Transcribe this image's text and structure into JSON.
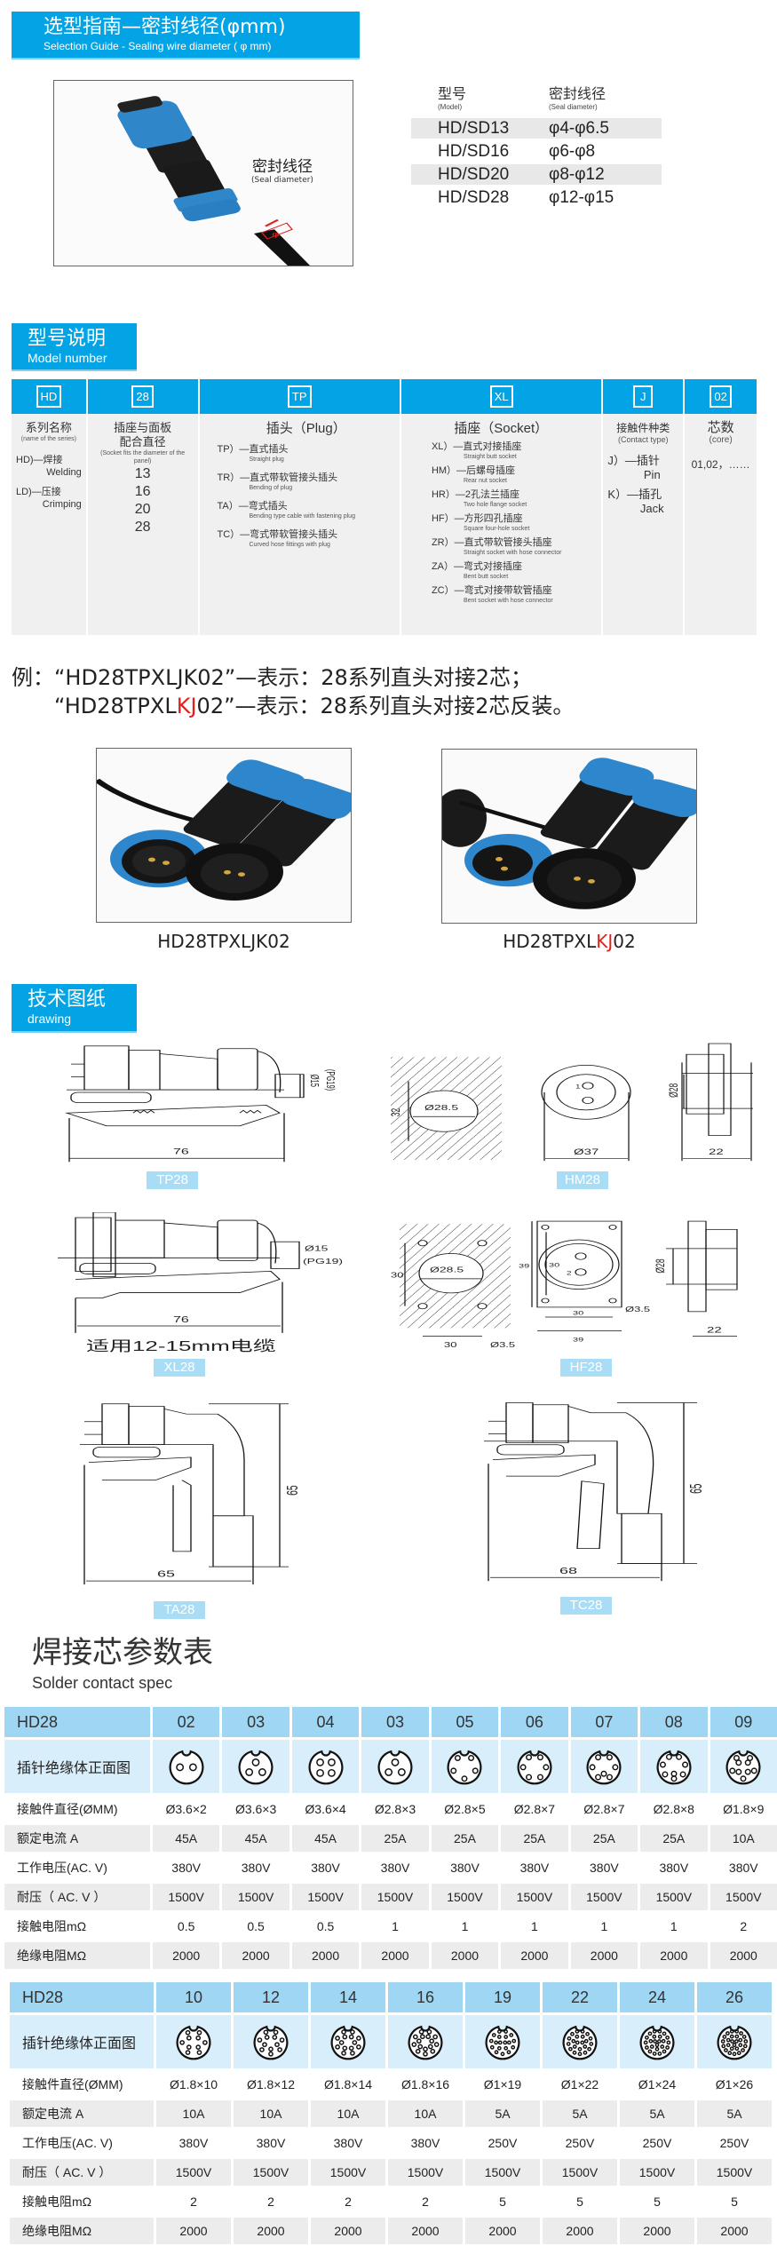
{
  "selection": {
    "title_cn": "选型指南—密封线径(φmm)",
    "title_en": "Selection Guide - Sealing wire diameter ( φ mm)",
    "photo_label_cn": "密封线径",
    "photo_label_en": "(Seal diameter)",
    "photo_phi": "φ",
    "col_model_cn": "型号",
    "col_model_en": "(Model)",
    "col_diam_cn": "密封线径",
    "col_diam_en": "(Seal diameter)",
    "rows": [
      {
        "model": "HD/SD13",
        "diameter": "φ4-φ6.5"
      },
      {
        "model": "HD/SD16",
        "diameter": "φ6-φ8"
      },
      {
        "model": "HD/SD20",
        "diameter": "φ8-φ12"
      },
      {
        "model": "HD/SD28",
        "diameter": "φ12-φ15"
      }
    ]
  },
  "model_number": {
    "title_cn": "型号说明",
    "title_en": "Model number",
    "columns": [
      {
        "code": "HD",
        "title": "系列名称",
        "sub": "(name of the series)",
        "items": [
          {
            "label": "HD)—焊接",
            "en": "Welding"
          },
          {
            "label": "LD)—压接",
            "en": "Crimping"
          }
        ]
      },
      {
        "code": "28",
        "title": "插座与面板配合直径",
        "sub": "(Socket fits the diameter of the panel)",
        "values": [
          "13",
          "16",
          "20",
          "28"
        ]
      },
      {
        "code": "TP",
        "title": "插头（Plug）",
        "items": [
          {
            "label": "TP）—直式插头",
            "en": "Straight plug"
          },
          {
            "label": "TR）—直式带软管接头插头",
            "en": "Bending of plug"
          },
          {
            "label": "TA）—弯式插头",
            "en": "Bending type cable with fastening plug"
          },
          {
            "label": "TC）—弯式带软管接头插头",
            "en": "Curved hose fittings with plug"
          }
        ]
      },
      {
        "code": "XL",
        "title": "插座（Socket）",
        "items": [
          {
            "label": "XL）—直式对接插座",
            "en": "Straight butt socket"
          },
          {
            "label": "HM）—后螺母插座",
            "en": "Rear nut socket"
          },
          {
            "label": "HR）—2孔法兰插座",
            "en": "Two hole flange socket"
          },
          {
            "label": "HF）—方形四孔插座",
            "en": "Square four-hole socket"
          },
          {
            "label": "ZR）—直式带软管接头插座",
            "en": "Straight socket with hose connector"
          },
          {
            "label": "ZA）—弯式对接插座",
            "en": "Bent butt socket"
          },
          {
            "label": "ZC）—弯式对接带软管插座",
            "en": "Bent socket with hose connector"
          }
        ]
      },
      {
        "code": "J",
        "title": "接触件种类",
        "sub": "(Contact type)",
        "items": [
          {
            "label": "J）—插针",
            "en": "Pin"
          },
          {
            "label": "K）—插孔",
            "en": "Jack"
          }
        ]
      },
      {
        "code": "02",
        "title": "芯数",
        "sub": "(core)",
        "values": [
          "01,02，……"
        ]
      }
    ]
  },
  "example": {
    "prefix": "例：",
    "line1_open": "“HD28TPXLJK02”",
    "line1_rest": "—表示：28系列直头对接2芯；",
    "line2_a": "“HD28TPXL",
    "line2_red": "KJ",
    "line2_b": "02”",
    "line2_rest": "—表示：28系列直头对接2芯反装。",
    "photo1_caption": "HD28TPXLJK02",
    "photo2_caption_a": "HD28TPXL",
    "photo2_caption_red": "KJ",
    "photo2_caption_b": "02"
  },
  "drawing": {
    "title_cn": "技术图纸",
    "title_en": "drawing",
    "labels": {
      "tp": "TP28",
      "hm": "HM28",
      "xl": "XL28",
      "hf": "HF28",
      "ta": "TA28",
      "tc": "TC28"
    },
    "dims": {
      "len76": "76",
      "d15": "Ø15",
      "pg19": "(PG19)",
      "d285": "Ø28.5",
      "d37": "Ø37",
      "d28": "Ø28",
      "w22": "22",
      "w30": "30",
      "w39": "39",
      "d35": "Ø3.5",
      "h65": "65",
      "w65": "65",
      "w68": "68",
      "side32": "32",
      "pin1": "1",
      "pin2": "2",
      "cable_note": "适用12-15mm电缆"
    }
  },
  "spec": {
    "title_cn": "焊接芯参数表",
    "title_en": "Solder contact spec",
    "row_labels": [
      "HD28",
      "插针绝缘体正面图",
      "接触件直径(ØMM)",
      "额定电流 A",
      "工作电压(AC. V)",
      "耐压（ AC. V ）",
      "接触电阻mΩ",
      "绝缘电阻MΩ"
    ],
    "table1": [
      {
        "code": "02",
        "pins": 2,
        "diameter": "Ø3.6×2",
        "current": "45A",
        "voltage": "380V",
        "withstand": "1500V",
        "contact": "0.5",
        "insulation": "2000"
      },
      {
        "code": "03",
        "pins": 3,
        "diameter": "Ø3.6×3",
        "current": "45A",
        "voltage": "380V",
        "withstand": "1500V",
        "contact": "0.5",
        "insulation": "2000"
      },
      {
        "code": "04",
        "pins": 4,
        "diameter": "Ø3.6×4",
        "current": "45A",
        "voltage": "380V",
        "withstand": "1500V",
        "contact": "0.5",
        "insulation": "2000"
      },
      {
        "code": "03",
        "pins": 3,
        "diameter": "Ø2.8×3",
        "current": "25A",
        "voltage": "380V",
        "withstand": "1500V",
        "contact": "1",
        "insulation": "2000"
      },
      {
        "code": "05",
        "pins": 5,
        "diameter": "Ø2.8×5",
        "current": "25A",
        "voltage": "380V",
        "withstand": "1500V",
        "contact": "1",
        "insulation": "2000"
      },
      {
        "code": "06",
        "pins": 6,
        "diameter": "Ø2.8×7",
        "current": "25A",
        "voltage": "380V",
        "withstand": "1500V",
        "contact": "1",
        "insulation": "2000"
      },
      {
        "code": "07",
        "pins": 7,
        "diameter": "Ø2.8×7",
        "current": "25A",
        "voltage": "380V",
        "withstand": "1500V",
        "contact": "1",
        "insulation": "2000"
      },
      {
        "code": "08",
        "pins": 8,
        "diameter": "Ø2.8×8",
        "current": "25A",
        "voltage": "380V",
        "withstand": "1500V",
        "contact": "1",
        "insulation": "2000"
      },
      {
        "code": "09",
        "pins": 9,
        "diameter": "Ø1.8×9",
        "current": "10A",
        "voltage": "380V",
        "withstand": "1500V",
        "contact": "2",
        "insulation": "2000"
      }
    ],
    "table2": [
      {
        "code": "10",
        "pins": 10,
        "diameter": "Ø1.8×10",
        "current": "10A",
        "voltage": "380V",
        "withstand": "1500V",
        "contact": "2",
        "insulation": "2000"
      },
      {
        "code": "12",
        "pins": 12,
        "diameter": "Ø1.8×12",
        "current": "10A",
        "voltage": "380V",
        "withstand": "1500V",
        "contact": "2",
        "insulation": "2000"
      },
      {
        "code": "14",
        "pins": 14,
        "diameter": "Ø1.8×14",
        "current": "10A",
        "voltage": "380V",
        "withstand": "1500V",
        "contact": "2",
        "insulation": "2000"
      },
      {
        "code": "16",
        "pins": 16,
        "diameter": "Ø1.8×16",
        "current": "10A",
        "voltage": "380V",
        "withstand": "1500V",
        "contact": "2",
        "insulation": "2000"
      },
      {
        "code": "19",
        "pins": 19,
        "diameter": "Ø1×19",
        "current": "5A",
        "voltage": "250V",
        "withstand": "1500V",
        "contact": "5",
        "insulation": "2000"
      },
      {
        "code": "22",
        "pins": 22,
        "diameter": "Ø1×22",
        "current": "5A",
        "voltage": "250V",
        "withstand": "1500V",
        "contact": "5",
        "insulation": "2000"
      },
      {
        "code": "24",
        "pins": 24,
        "diameter": "Ø1×24",
        "current": "5A",
        "voltage": "250V",
        "withstand": "1500V",
        "contact": "5",
        "insulation": "2000"
      },
      {
        "code": "26",
        "pins": 26,
        "diameter": "Ø1×26",
        "current": "5A",
        "voltage": "250V",
        "withstand": "1500V",
        "contact": "5",
        "insulation": "2000"
      }
    ]
  },
  "colors": {
    "brand_blue": "#03a4e6",
    "header_blue": "#9fd6f3",
    "pin_row": "#d8eefa",
    "gray_row": "#ececec",
    "accent_red": "#e0201c"
  }
}
